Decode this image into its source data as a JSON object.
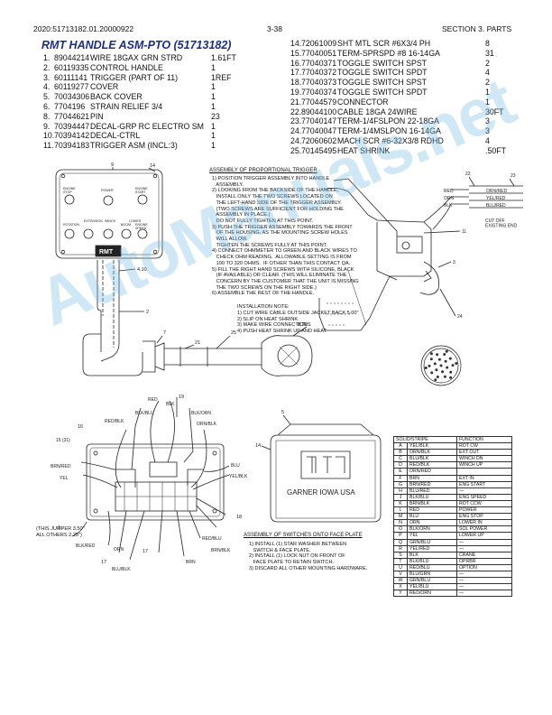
{
  "header": {
    "doc_code": "2020:51713182.01.20000922",
    "page": "3-38",
    "section": "SECTION 3. PARTS"
  },
  "title": "RMT HANDLE ASM-PTO (51713182)",
  "parts_left": [
    {
      "no": "1.",
      "pn": "89044214",
      "desc": "WIRE 18GAX GRN STRD",
      "qty": "1.61FT"
    },
    {
      "no": "2.",
      "pn": "60119335",
      "desc": "CONTROL HANDLE",
      "qty": "1"
    },
    {
      "no": "3.",
      "pn": "60111141",
      "desc": "TRIGGER (PART OF 11)",
      "qty": "1REF"
    },
    {
      "no": "4.",
      "pn": "60119277",
      "desc": "COVER",
      "qty": "1"
    },
    {
      "no": "5.",
      "pn": "70034306",
      "desc": "BACK COVER",
      "qty": "1"
    },
    {
      "no": "6.",
      "pn": "7704196",
      "desc": "STRAIN RELIEF 3/4",
      "qty": "1"
    },
    {
      "no": "8.",
      "pn": "77044621",
      "desc": "PIN",
      "qty": "23"
    },
    {
      "no": "9.",
      "pn": "70394447",
      "desc": "DECAL-GRP RC ELECTRO SM",
      "qty": "1"
    },
    {
      "no": "10.",
      "pn": "70394142",
      "desc": "DECAL-CTRL",
      "qty": "1"
    },
    {
      "no": "11.",
      "pn": "70394183",
      "desc": "TRIGGER ASM (INCL:3)",
      "qty": "1"
    }
  ],
  "parts_right": [
    {
      "no": "14.",
      "pn": "72061009",
      "desc": "SHT MTL SCR #6X3/4 PH",
      "qty": "8"
    },
    {
      "no": "15.",
      "pn": "77040051",
      "desc": "TERM-SPRSPD #8 16-14GA",
      "qty": "31"
    },
    {
      "no": "16.",
      "pn": "77040371",
      "desc": "TOGGLE SWITCH SPST",
      "qty": "2"
    },
    {
      "no": "17.",
      "pn": "77040372",
      "desc": "TOGGLE SWITCH SPDT",
      "qty": "4"
    },
    {
      "no": "18.",
      "pn": "77040373",
      "desc": "TOGGLE SWITCH SPST",
      "qty": "2"
    },
    {
      "no": "19.",
      "pn": "77040374",
      "desc": "TOGGLE SWITCH SPDT",
      "qty": "1"
    },
    {
      "no": "21.",
      "pn": "77044579",
      "desc": "CONNECTOR",
      "qty": "1"
    },
    {
      "no": "22.",
      "pn": "89044100",
      "desc": "CABLE 18GA 24WIRE",
      "qty": "30FT"
    },
    {
      "no": "23.",
      "pn": "77040147",
      "desc": "TERM-1/4FSLPON 22-18GA",
      "qty": "3"
    },
    {
      "no": "24.",
      "pn": "77040047",
      "desc": "TERM-1/4MSLPON 16-14GA",
      "qty": "3"
    },
    {
      "no": "24.",
      "pn": "72060602",
      "desc": "MACH SCR #6-32X3/8 RDHD",
      "qty": "4"
    },
    {
      "no": "25.",
      "pn": "70145495",
      "desc": "HEAT SHRINK",
      "qty": ".50FT"
    }
  ],
  "trigger_notes": {
    "heading": "ASSEMBLY OF PROPORTIONAL TRIGGER",
    "text": "1) POSITION TRIGGER ASSEMBLY INTO HANDLE\n   ASSEMBLY.\n2) LOOKING FROM THE BACKSIDE OF THE HANDLE,\n   INSTALL ONLY THE TWO SCREWS LOCATED ON\n   THE LEFT-HAND SIDE OF THE TRIGGER ASSEMBLY.\n   (TWO SCREWS ARE SUFFICIENT FOR HOLDING THE\n   ASSEMBLY IN PLACE.)\n   DO NOT FULLY TIGHTEN AT THIS POINT.\n3) PUSH THE TRIGGER ASSEMBLY TOWARDS THE FRONT\n   OF THE HOUSING, AS THE MOUNTING SCREW HOLES\n   WILL ALLOW.\n   TIGHTEN THE SCREWS FULLY AT THIS POINT.\n4) CONNECT OHMMETER TO GREEN AND BLACK WIRES TO\n   CHECK OHM READING.  ALLOWABLE SETTING IS FROM\n   100 TO 320 OHMS.  IF OTHER THAN THIS CONTACT QA.\n5) FILL THE RIGHT HAND SCREWS WITH SILICONE, BLACK\n   (IF AVAILABLE) OR CLEAR. (THIS WILL ELIMINATE THE\n   CONCERN BY THE CUSTOMER THAT THE UNIT IS MISSING\n   THE TWO SCREWS ON THE RIGHT SIDE.)\n6) ASSEMBLE THE REST OF THE HANDLE."
  },
  "install_notes": {
    "heading": "INSTALLATION NOTE:",
    "text": "1) CUT WIRE CABLE OUTSIDE JACKET BACK 5.00\"\n2) SLIP ON HEAT SHRINK\n3) MAKE WIRE CONNECTIONS\n4) PUSH HEAT SHRINK UP AND HEAT"
  },
  "face_plate_notes": {
    "heading": "ASSEMBLY OF SWITCHES ONTO FACE PLATE",
    "text": "1) INSTALL (1) STAR WASHER BETWEEN\n   SWITCH & FACE PLATE.\n2) INSTALL (1) LOCK NUT ON FRONT OF\n   FACE PLATE TO RETAIN SWITCH.\n3) DISCARD ALL OTHER MOUNTING HARDWARE."
  },
  "jumper_note": "(THIS JUMPER 3.50\"\nALL OTHERS 2.25\")",
  "plate_text": "GARNER IOWA USA",
  "panel_labels": {
    "engine_stop": "ENGINE\nSTOP",
    "power": "POWER",
    "engine_start": "ENGINE\nSTART",
    "extension": "EXTENSION",
    "winch": "WINCH",
    "rotation": "ROTATION",
    "boom": "BOOM",
    "lower": "LOWER",
    "engine_speed": "ENGINE\nSPEED",
    "logo": "RMT"
  },
  "trigger_wires": {
    "red": "RED",
    "orn": "ORN",
    "blk": "BLK",
    "orn_red": "ORN/RED",
    "yel_red": "YEL/RED",
    "blu_red": "BLU/RED",
    "cut_off": "CUT OFF\nEXISTING END"
  },
  "wiring_labels": [
    "RED",
    "BLK/BLU",
    "BLK",
    "BLK/ORN",
    "RED/BLK",
    "ORN/BLK",
    "15 (31)",
    "BRN/RED",
    "YEL",
    "BLU",
    "YEL/BLK",
    "BLK/RED",
    "ORN",
    "BLU/BLK",
    "RED/BLU",
    "BRN/BLK",
    "BRN"
  ],
  "callouts": [
    "9",
    "14",
    "4,10",
    "2",
    "7",
    "21",
    "25",
    "8,20",
    "1",
    "16",
    "18",
    "17",
    "5",
    "19",
    "22",
    "23",
    "11",
    "3",
    "24"
  ],
  "wire_table": {
    "headers": [
      "SOLID/STRIPE",
      "FUNCTION"
    ],
    "rows": [
      [
        "A",
        "YEL/BLK",
        "ROT CW"
      ],
      [
        "B",
        "ORN/BLK",
        "EXT OUT"
      ],
      [
        "C",
        "BLU/BLK",
        "WINCH DN"
      ],
      [
        "D",
        "RED/BLK",
        "WINCH UP"
      ],
      [
        "E",
        "ORN/RED",
        ""
      ],
      [
        "F",
        "BRN",
        "EXT IN"
      ],
      [
        "G",
        "BRN/RED",
        "ENG START"
      ],
      [
        "H",
        "BLU/RED",
        "—"
      ],
      [
        "J",
        "BLK/BLU",
        "ENG SPEED"
      ],
      [
        "K",
        "BRN/BLK",
        "ROT CCW"
      ],
      [
        "L",
        "RED",
        "POWER"
      ],
      [
        "M",
        "BLU",
        "ENG STOP"
      ],
      [
        "N",
        "ORN",
        "LOWER IN"
      ],
      [
        "O",
        "BLK/ORN",
        "SOL POWER"
      ],
      [
        "P",
        "YEL",
        "LOWER UP"
      ],
      [
        "Q",
        "GRN/BLU",
        "—"
      ],
      [
        "R",
        "YEL/RED",
        "—"
      ],
      [
        "S",
        "BLK",
        "CRANE"
      ],
      [
        "T",
        "BLK/BLU",
        "OPRBR"
      ],
      [
        "U",
        "RED/BLU",
        "OPTION"
      ],
      [
        "V",
        "BLU/GRN",
        "—"
      ],
      [
        "W",
        "GRN/BLU",
        "—"
      ],
      [
        "X",
        "YEL/BLU",
        "—"
      ],
      [
        "Y",
        "RED/ORN",
        "—"
      ]
    ]
  },
  "watermark": "AutoManuals.net"
}
